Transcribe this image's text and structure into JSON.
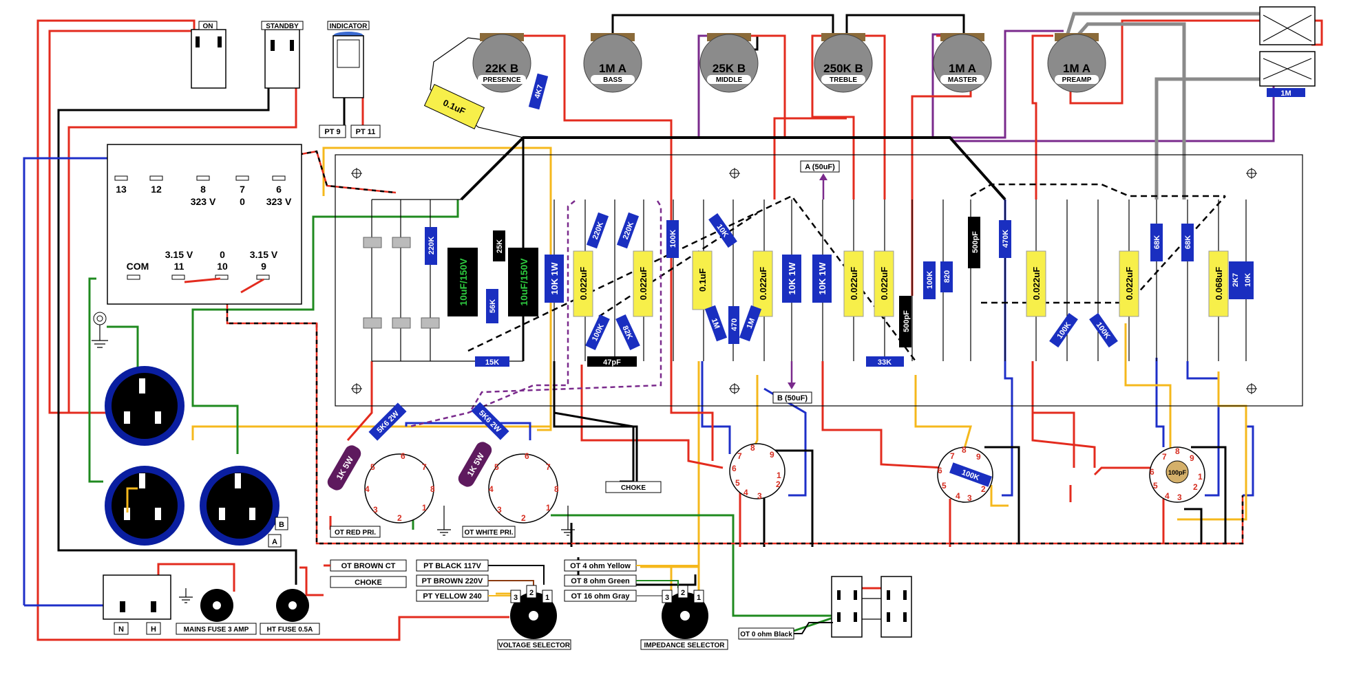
{
  "switches": {
    "on": "ON",
    "standby": "STANDBY",
    "indicator": "INDICATOR",
    "pt9": "PT 9",
    "pt11": "PT 11"
  },
  "pots": [
    {
      "value": "22K B",
      "name": "PRESENCE"
    },
    {
      "value": "1M A",
      "name": "BASS"
    },
    {
      "value": "25K B",
      "name": "MIDDLE"
    },
    {
      "value": "250K B",
      "name": "TREBLE"
    },
    {
      "value": "1M A",
      "name": "MASTER"
    },
    {
      "value": "1M A",
      "name": "PREAMP"
    }
  ],
  "transformer": {
    "top_pins": [
      "13",
      "12",
      "8",
      "7",
      "6"
    ],
    "top_volts": [
      "",
      "",
      "323 V",
      "0",
      "323 V"
    ],
    "com": "COM",
    "heater_top": [
      "3.15 V",
      "0",
      "3.15 V"
    ],
    "heater_pins": [
      "11",
      "10",
      "9"
    ]
  },
  "components": {
    "c_0_1_yellow": "0.1uF",
    "r_4k7": "4K7",
    "r_220k": "220K",
    "cap_10uf_1": "10uF/150V",
    "cap_10uf_2": "10uF/150V",
    "r_25k": "25K",
    "r_56k": "56K",
    "r_15k": "15K",
    "r_10k_1w_a": "10K 1W",
    "c_022_a": "0.022uF",
    "c_022_b": "0.022uF",
    "r_220k_a": "220K",
    "r_220k_b": "220K",
    "r_100k_a": "100K",
    "r_82k": "82K",
    "c_47pf": "47pF",
    "r_100k_v": "100K",
    "r_10k_d": "10K",
    "c_01uf": "0.1uF",
    "c_022_c": "0.022uF",
    "r_1m_a": "1M",
    "r_470": "470",
    "r_1m_b": "1M",
    "r_10k_1w_b": "10K 1W",
    "r_10k_1w_c": "10K 1W",
    "c_022_d": "0.022uF",
    "c_022_e": "0.022uF",
    "c_500pf_a": "500pF",
    "r_33k": "33K",
    "r_100k_b": "100K",
    "r_820": "820",
    "c_500pf_b": "500pF",
    "r_470k_a": "470K",
    "c_022_f": "0.022uF",
    "r_100k_c": "100K",
    "r_100k_d": "100K",
    "c_022_g": "0.022uF",
    "r_68k_a": "68K",
    "r_68k_b": "68K",
    "c_068": "0.068uF",
    "r_2k7": "2K7",
    "r_10k_e": "10K",
    "r_1m_top": "1M",
    "r_5k6_a": "5K6 2W",
    "r_5k6_b": "5K6 2W",
    "r_1k_a": "1K 5W",
    "r_1k_b": "1K 5W",
    "c_100pf": "100pF",
    "r_100k_sock": "100K"
  },
  "labels": {
    "a_50uf": "A (50uF)",
    "b_50uf": "B (50uF)",
    "choke": "CHOKE",
    "ot_red": "OT RED PRI.",
    "ot_white": "OT WHITE PRI.",
    "a": "A",
    "b": "B",
    "n": "N",
    "h": "H",
    "mains_fuse": "MAINS FUSE 3 AMP",
    "ht_fuse": "HT FUSE 0.5A",
    "ot_brown_ct": "OT BROWN CT",
    "choke2": "CHOKE",
    "pt_black": "PT BLACK 117V",
    "pt_brown": "PT BROWN 220V",
    "pt_yellow": "PT YELLOW 240",
    "voltage_selector": "VOLTAGE SELECTOR",
    "ot_4": "OT 4 ohm Yellow",
    "ot_8": "OT 8 ohm Green",
    "ot_16": "OT 16 ohm Gray",
    "impedance_selector": "IMPEDANCE SELECTOR",
    "ot_0": "OT 0 ohm Black",
    "sel_pins": [
      "3",
      "2",
      "1"
    ]
  },
  "tube_pins": [
    "1",
    "2",
    "3",
    "4",
    "5",
    "6",
    "7",
    "8",
    "9"
  ],
  "power_pins": [
    "1",
    "2",
    "3",
    "4",
    "5",
    "6",
    "7",
    "8"
  ],
  "colors": {
    "red": "#e32b1e",
    "blue": "#1e2fc8",
    "yellow": "#f5b81c",
    "green": "#1f8a1f",
    "purple": "#7a2a8c",
    "resistor": "#1a2fc0",
    "capacitor": "#f7ef4a"
  }
}
